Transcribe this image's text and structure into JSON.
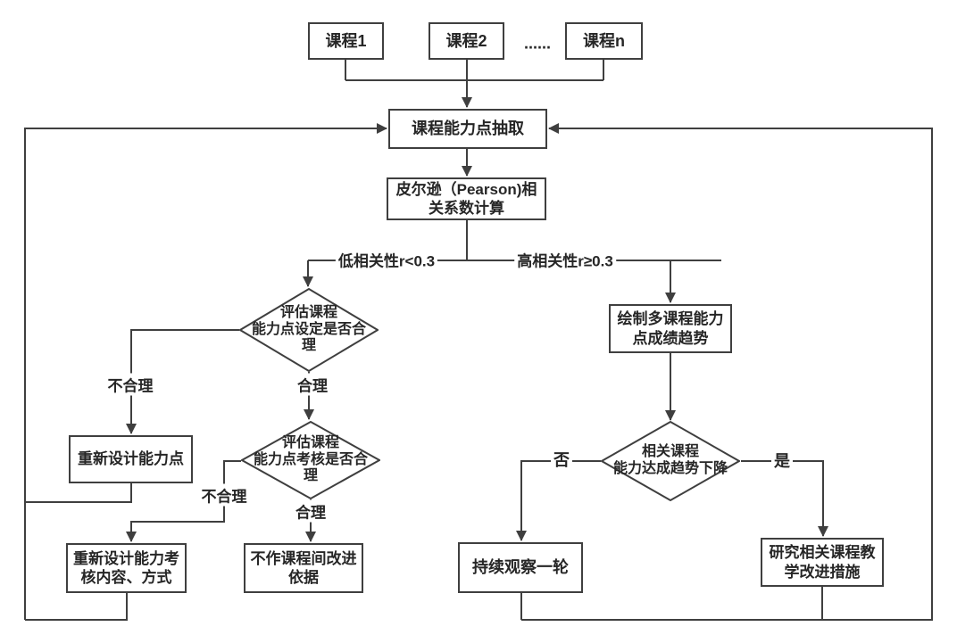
{
  "colors": {
    "line": "#3f3f3f",
    "text": "#262626",
    "node_background": "#ffffff",
    "page_background": "#ffffff"
  },
  "nodes": {
    "course1": {
      "label": "课程1"
    },
    "course2": {
      "label": "课程2"
    },
    "ellipsis": {
      "label": "......"
    },
    "course_n": {
      "label": "课程n"
    },
    "extract": {
      "label": "课程能力点抽取"
    },
    "pearson": {
      "label": "皮尔逊（Pearson)相\n关系数计算"
    },
    "draw_trend": {
      "label": "绘制多课程能力\n点成绩趋势"
    },
    "eval_setting": {
      "label": "评估课程\n能力点设定是否合\n理"
    },
    "eval_assessment": {
      "label": "评估课程\n能力点考核是否合\n理"
    },
    "trend_decline": {
      "label": "相关课程\n能力达成趋势下降"
    },
    "redesign_point": {
      "label": "重新设计能力点"
    },
    "redesign_assessment": {
      "label": "重新设计能力考\n核内容、方式"
    },
    "no_basis": {
      "label": "不作课程间改进\n依据"
    },
    "observe": {
      "label": "持续观察一轮"
    },
    "research": {
      "label": "研究相关课程教\n学改进措施"
    }
  },
  "edge_labels": {
    "low_corr": "低相关性r<0.3",
    "high_corr": "高相关性r≥0.3",
    "unreasonable_1": "不合理",
    "reasonable_1": "合理",
    "unreasonable_2": "不合理",
    "reasonable_2": "合理",
    "no": "否",
    "yes": "是"
  }
}
